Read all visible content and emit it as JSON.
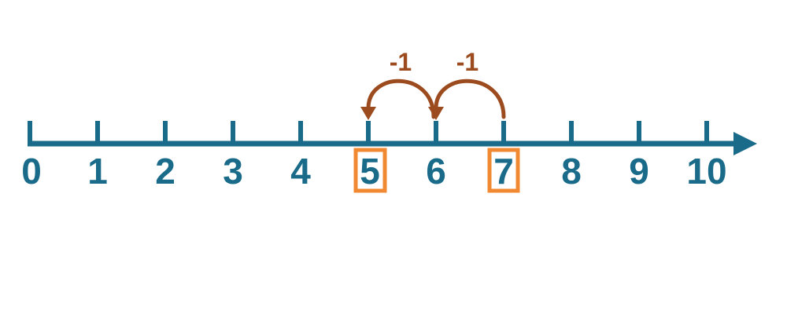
{
  "diagram": {
    "type": "number-line-subtraction",
    "range_min": 0,
    "range_max": 10,
    "tick_labels": [
      "0",
      "1",
      "2",
      "3",
      "4",
      "5",
      "6",
      "7",
      "8",
      "9",
      "10"
    ],
    "highlighted_values": [
      "5",
      "7"
    ],
    "hops": [
      {
        "label": "-1",
        "from": "7",
        "to": "6"
      },
      {
        "label": "-1",
        "from": "6",
        "to": "5"
      }
    ],
    "colors": {
      "line": "#1A6B8A",
      "highlight_box": "#F08932",
      "hop_arrow": "#9C4B1E"
    }
  }
}
